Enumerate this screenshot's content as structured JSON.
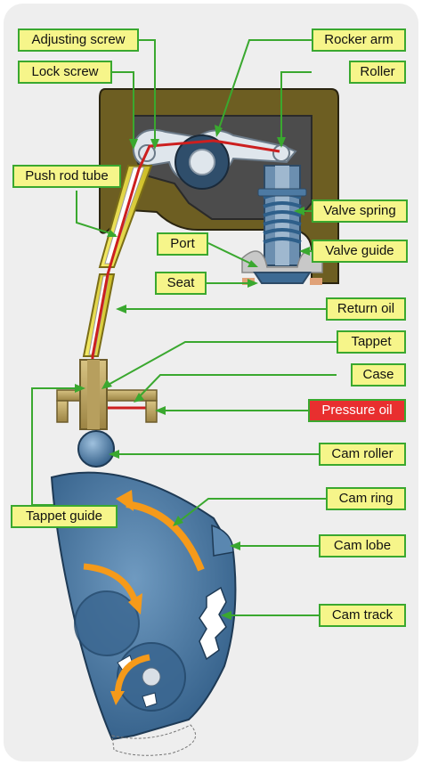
{
  "labels": {
    "adjusting_screw": "Adjusting screw",
    "lock_screw": "Lock screw",
    "push_rod_tube": "Push rod tube",
    "rocker_arm": "Rocker arm",
    "roller": "Roller",
    "valve_spring": "Valve spring",
    "valve_guide": "Valve guide",
    "port": "Port",
    "seat": "Seat",
    "return_oil": "Return oil",
    "tappet": "Tappet",
    "case": "Case",
    "pressure_oil": "Pressure oil",
    "cam_roller": "Cam roller",
    "tappet_guide": "Tappet guide",
    "cam_ring": "Cam ring",
    "cam_lobe": "Cam lobe",
    "cam_track": "Cam track"
  },
  "colors": {
    "label_fill": "#f6f58a",
    "label_border": "#3aa82f",
    "leader_line": "#3aa82f",
    "alert_fill": "#e82f2f",
    "oil_line": "#cc1f1f",
    "cylinder_head": "#6d5e22",
    "cam_metal": "#3d6a93",
    "arrow_orange": "#f59a1a",
    "push_rod_yellow": "#f2e23c"
  },
  "icons": [
    "cam-rotation-arrow-icon",
    "gear-rotation-arrow-icon"
  ]
}
